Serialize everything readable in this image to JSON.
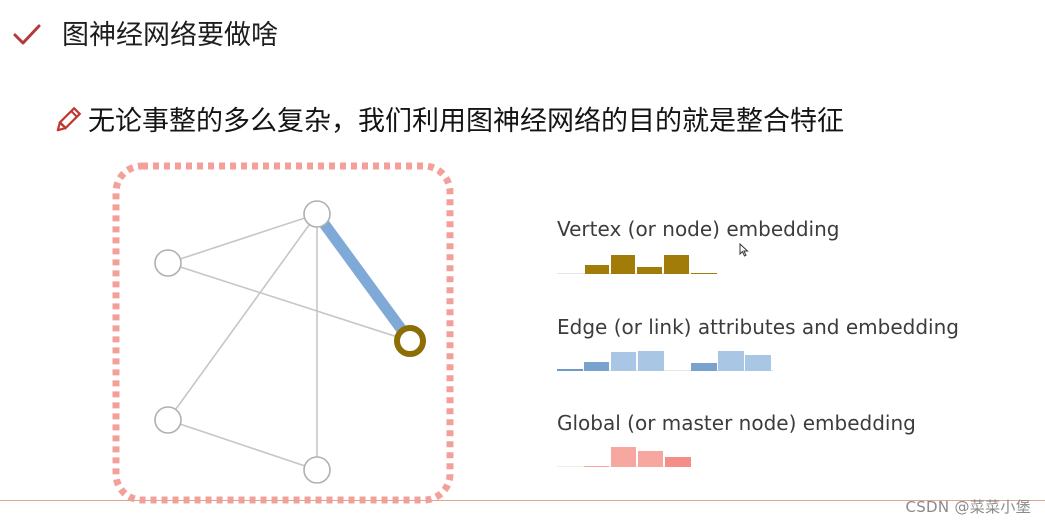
{
  "slide": {
    "title": "图神经网络要做啥",
    "subtitle": "无论事整的多么复杂，我们利用图神经网络的目的就是整合特征"
  },
  "icons": {
    "title_icon": "checkmark-icon",
    "subtitle_icon": "pencil-icon",
    "cursor": "mouse-cursor-icon"
  },
  "colors": {
    "check": "#b5383a",
    "pencil": "#c0372f",
    "dashed_border": "#f3a09a",
    "node_stroke": "#b0b0b0",
    "edge": "#c6c6c6",
    "highlight_edge": "#7fa9d6",
    "highlight_node": "#8c6e05",
    "vertex_bars": "#a27c08",
    "edge_bars_dark": "#7aa2cf",
    "edge_bars_light": "#a9c6e5",
    "global_bars": "#f6a7a0",
    "footer_line": "#e2a690"
  },
  "legend": {
    "vertex": {
      "label": "Vertex (or node) embedding",
      "values": [
        0,
        0.5,
        1.0,
        0.38,
        1.0,
        0.05
      ]
    },
    "edge": {
      "label": "Edge (or link) attributes and embedding",
      "values": [
        0.12,
        0.45,
        1.0,
        1.0,
        0.05,
        0.45,
        1.0,
        0.85
      ]
    },
    "global": {
      "label": "Global (or master node) embedding",
      "values": [
        0,
        0.05,
        1.0,
        0.85,
        0.55
      ]
    }
  },
  "watermark": "CSDN @菜菜小堡"
}
